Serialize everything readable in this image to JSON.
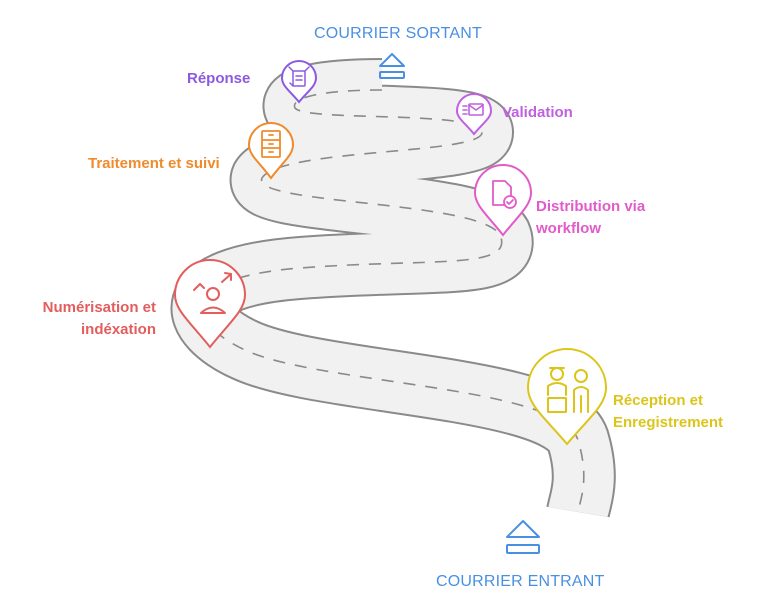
{
  "endpoints": {
    "top": "COURRIER SORTANT",
    "bottom": "COURRIER ENTRANT"
  },
  "steps": [
    {
      "id": "reception",
      "lines": [
        "Réception et",
        "Enregistrement"
      ],
      "color": "#dcc51a",
      "icon": "reception-staff-icon"
    },
    {
      "id": "numerisation",
      "lines": [
        "Numérisation et",
        "indéxation"
      ],
      "color": "#e35d5d",
      "icon": "user-arrow-icon"
    },
    {
      "id": "distribution",
      "lines": [
        "Distribution via",
        "workflow"
      ],
      "color": "#e25bc9",
      "icon": "document-check-icon"
    },
    {
      "id": "traitement",
      "lines": [
        "Traitement et suivi"
      ],
      "color": "#ef8b2b",
      "icon": "file-cabinet-icon"
    },
    {
      "id": "validation",
      "lines": [
        "Validation"
      ],
      "color": "#c060e0",
      "icon": "mail-list-icon"
    },
    {
      "id": "reponse",
      "lines": [
        "Réponse"
      ],
      "color": "#8b5ae0",
      "icon": "reply-tools-icon"
    }
  ],
  "colors": {
    "road": "#f1f1f1",
    "road_edge": "#8a8a8a",
    "dash": "#8a8a8a",
    "arrow": "#4a90e2"
  }
}
